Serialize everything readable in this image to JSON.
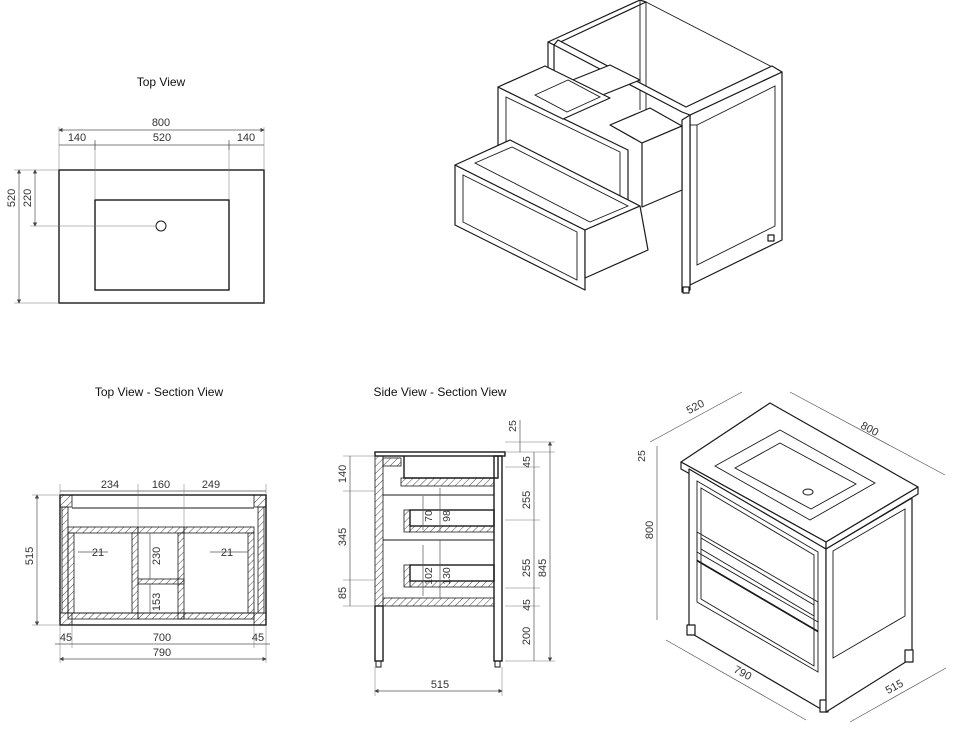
{
  "views": {
    "top": {
      "title": "Top View",
      "dims": {
        "overall_width": "800",
        "left_margin": "140",
        "basin_width": "520",
        "right_margin": "140",
        "depth": "520",
        "basin_offset": "220"
      }
    },
    "top_section": {
      "title": "Top View - Section View",
      "dims": {
        "left_bay": "234",
        "mid_bay": "160",
        "right_bay": "249",
        "depth": "515",
        "left_gap": "21",
        "right_gap": "21",
        "upper_shelf": "230",
        "lower_shelf": "153",
        "left_leg": "45",
        "inner_width": "700",
        "right_leg": "45",
        "outer_width": "790"
      }
    },
    "side_section": {
      "title": "Side View - Section View",
      "dims": {
        "top_thickness": "25",
        "sink_depth": "140",
        "drawer_zone": "345",
        "plinth": "85",
        "gap_top": "45",
        "drawer1": "255",
        "drawer2": "255",
        "gap_bottom": "45",
        "total_height": "845",
        "leg_height": "200",
        "drawer1_inner": "70",
        "drawer1_outer": "98",
        "drawer2_inner": "102",
        "drawer2_outer": "130",
        "depth": "515"
      }
    },
    "iso_assembled": {
      "dims": {
        "top_depth": "520",
        "top_width": "800",
        "top_thickness": "25",
        "height": "800",
        "body_width": "790",
        "body_depth": "515"
      }
    }
  }
}
